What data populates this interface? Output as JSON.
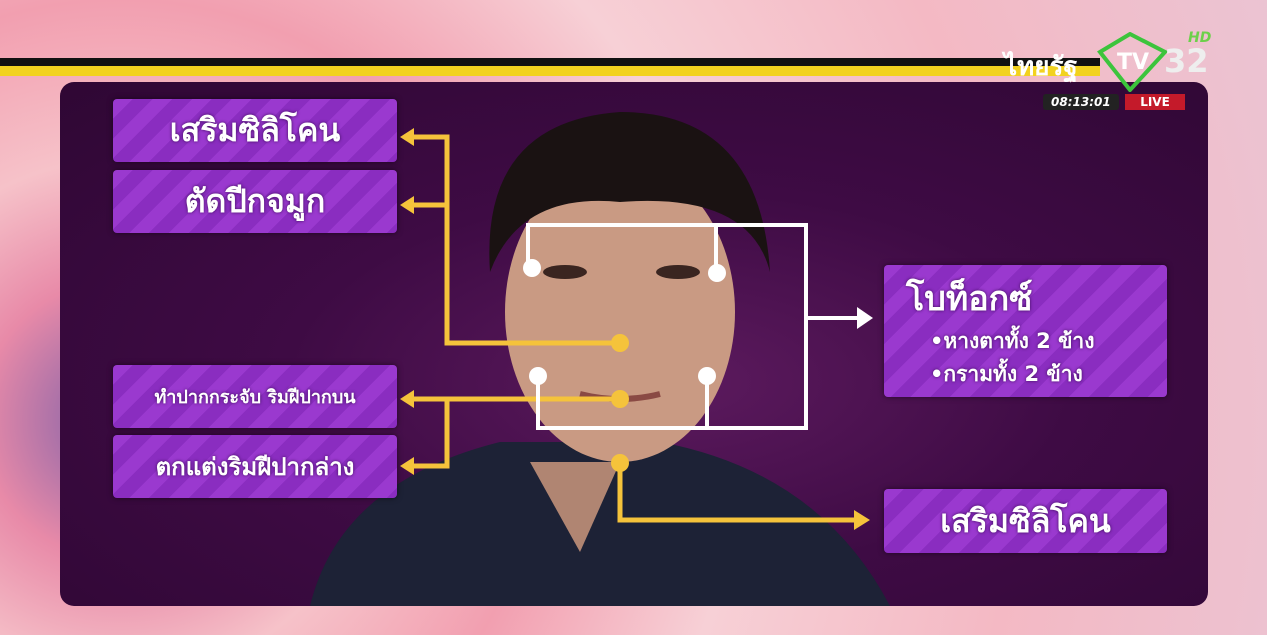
{
  "channel": {
    "name": "ไทยรัฐ",
    "tv": "TV",
    "number": "32",
    "hd": "HD",
    "time": "08:13:01",
    "live": "LIVE"
  },
  "labels": {
    "nose_silicone": "เสริมซิลิโคน",
    "nose_wing": "ตัดปีกจมูก",
    "upper_lip": "ทำปากกระจับ ริมฝีปากบน",
    "lower_lip": "ตกแต่งริมฝีปากล่าง",
    "botox_title": "โบท็อกซ์",
    "botox_items": [
      "•หางตาทั้ง 2 ข้าง",
      "•กรามทั้ง 2 ข้าง"
    ],
    "chin_silicone": "เสริมซิลิโคน"
  },
  "colors": {
    "accent": "#f5c33b",
    "box": "#9a39cf",
    "panel": "#3e0b44"
  }
}
